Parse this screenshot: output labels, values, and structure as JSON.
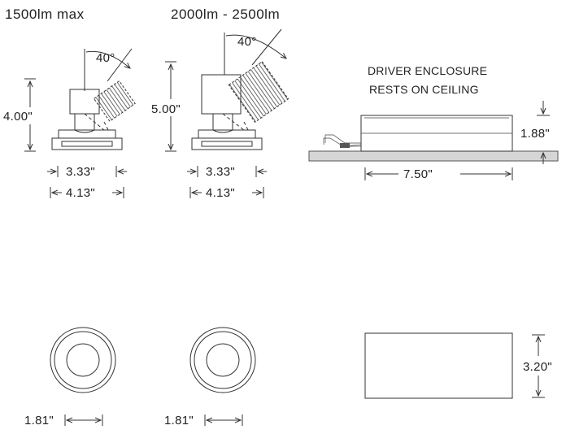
{
  "header": {
    "left_title": "1500lm max",
    "middle_title": "2000lm - 2500lm"
  },
  "fixture_small": {
    "angle": "40°",
    "height": "4.00\"",
    "width_inner": "3.33\"",
    "width_outer": "4.13\""
  },
  "fixture_large": {
    "angle": "40°",
    "height": "5.00\"",
    "width_inner": "3.33\"",
    "width_outer": "4.13\""
  },
  "driver": {
    "title_line1": "DRIVER ENCLOSURE",
    "title_line2": "RESTS ON CEILING",
    "height": "1.88\"",
    "length": "7.50\""
  },
  "plan_small": {
    "diameter": "1.81\""
  },
  "plan_large": {
    "diameter": "1.81\""
  },
  "plan_driver": {
    "width": "3.20\""
  }
}
